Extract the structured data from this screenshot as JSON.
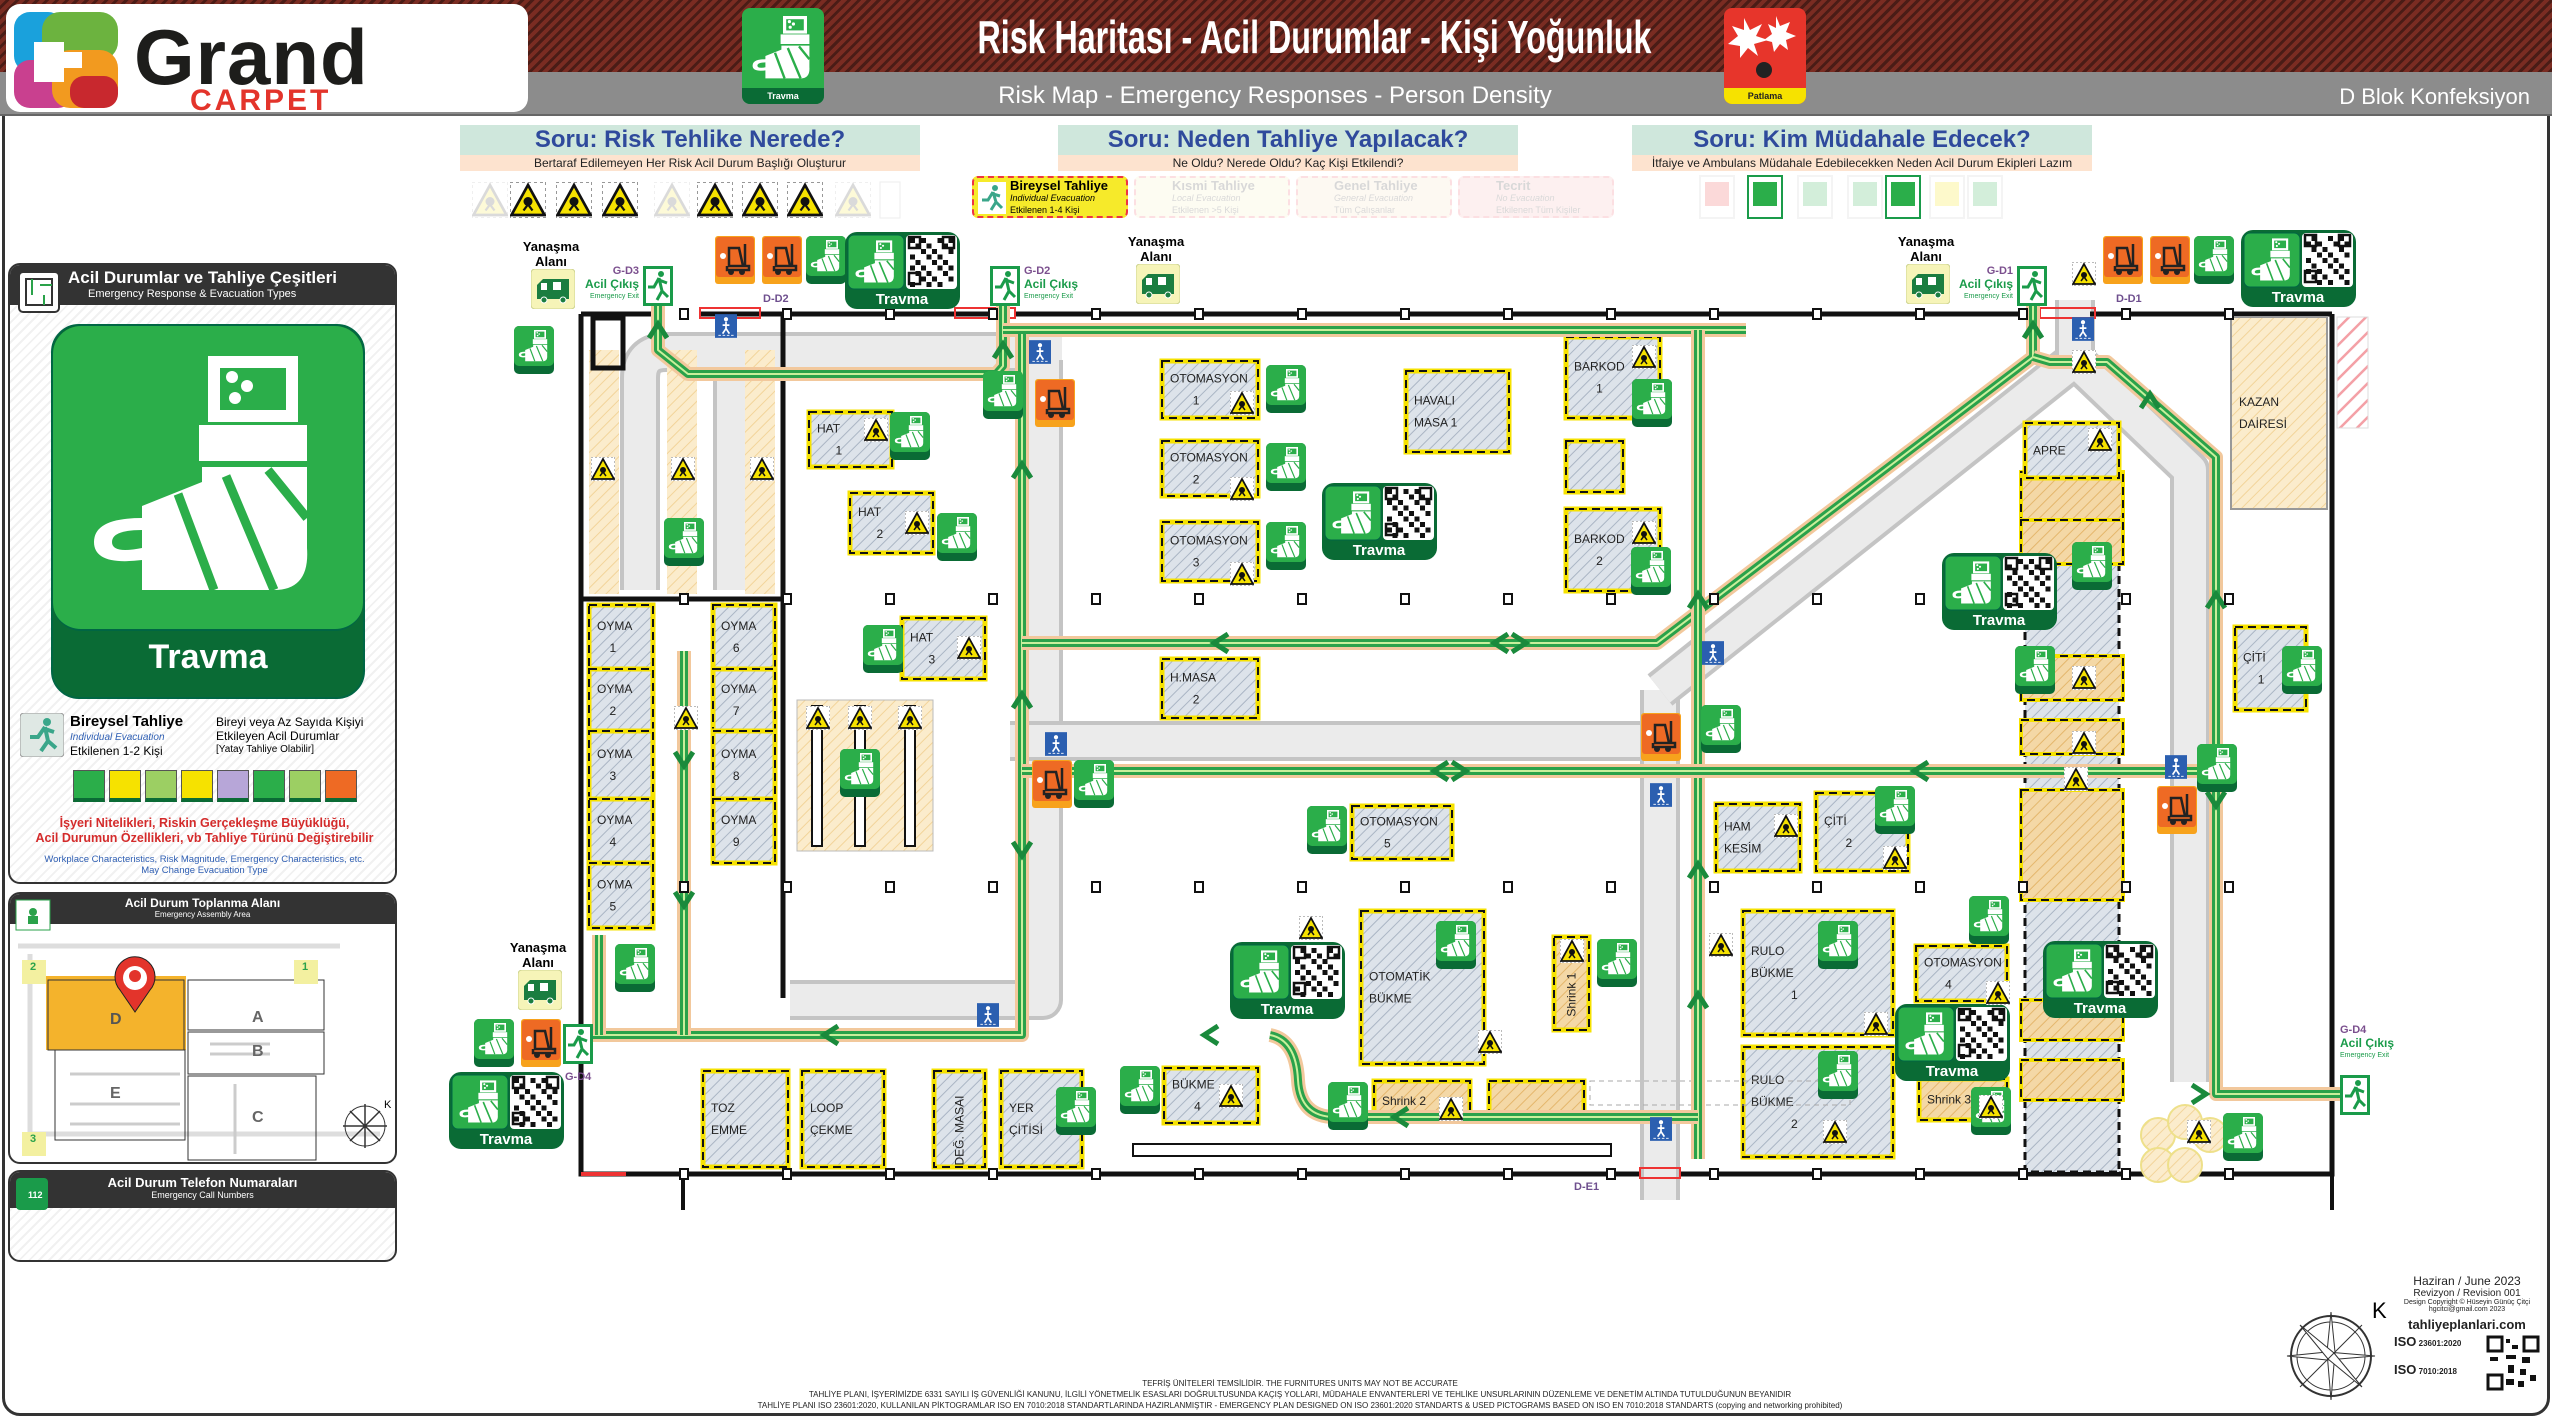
{
  "header": {
    "logo_top": "Grand",
    "logo_bottom": "CARPET",
    "title": "Risk Haritası - Acil Durumlar - Kişi Yoğunluk",
    "subtitle": "Risk Map - Emergency Responses - Person Density",
    "location": "D Blok Konfeksiyon",
    "left_sign_label": "Travma",
    "right_sign_label": "Patlama"
  },
  "questions": [
    {
      "title": "Soru: Risk Tehlike Nerede?",
      "subtitle": "Bertaraf Edilemeyen Her Risk Acil Durum Başlığı Oluşturur"
    },
    {
      "title": "Soru: Neden Tahliye Yapılacak?",
      "subtitle": "Ne Oldu? Nerede Oldu? Kaç Kişi Etkilendi?"
    },
    {
      "title": "Soru: Kim Müdahale Edecek?",
      "subtitle": "İtfaiye ve Ambulans Müdahale Edebilecekken Neden Acil Durum Ekipleri Lazım"
    }
  ],
  "evacuation_types": [
    {
      "title": "Bireysel Tahliye",
      "en": "Individual Evacuation",
      "affected": "Etkilenen 1-4 Kişi",
      "active": true
    },
    {
      "title": "Kısmi Tahliye",
      "en": "Local Evacuation",
      "affected": "Etkilenen >5 Kişi",
      "active": false
    },
    {
      "title": "Genel Tahliye",
      "en": "General Evacuation",
      "affected": "Tüm Çalışanlar",
      "active": false
    },
    {
      "title": "Tecrit",
      "en": "No Evacuation",
      "affected": "Etkilenen Tüm Kişiler",
      "active": false
    }
  ],
  "left_panel": {
    "title": "Acil Durumlar ve Tahliye Çeşitleri",
    "subtitle": "Emergency Response & Evacuation Types",
    "emergency_label": "Travma",
    "evac_title": "Bireysel Tahliye",
    "evac_en": "Individual Evacuation",
    "evac_affected": "Etkilenen 1-2 Kişi",
    "evac_desc1": "Bireyi veya Az Sayıda Kişiyi",
    "evac_desc2": "Etkileyen Acil Durumlar",
    "evac_desc3": "[Yatay Tahliye Olabilir]",
    "warning_tr1": "İşyeri Nitelikleri, Riskin Gerçekleşme Büyüklüğü,",
    "warning_tr2": "Acil Durumun Özellikleri, vb Tahliye Türünü Değiştirebilir",
    "warning_en1": "Workplace Characteristics, Risk Magnitude, Emergency Characteristics, etc.",
    "warning_en2": "May Change Evacuation Type"
  },
  "assembly": {
    "title": "Acil Durum Toplanma Alanı",
    "subtitle": "Emergency Assembly Area",
    "blocks": [
      "A",
      "B",
      "C",
      "D",
      "E"
    ],
    "points": [
      "1",
      "2",
      "3"
    ],
    "compass": "K"
  },
  "phone": {
    "title": "Acil Durum Telefon Numaraları",
    "subtitle": "Emergency Call Numbers",
    "icon_number": "112"
  },
  "map": {
    "big_sign_label": "Travma",
    "docking_label": [
      "Yanaşma",
      "Alanı"
    ],
    "exits": [
      {
        "code": "G-D3",
        "tr": "Acil Çıkış",
        "en": "Emergency Exit"
      },
      {
        "code": "G-D2",
        "tr": "Acil Çıkış",
        "en": "Emergency Exit"
      },
      {
        "code": "G-D1",
        "tr": "Acil Çıkış",
        "en": "Emergency Exit"
      },
      {
        "code": "G-D4",
        "tr": "Acil Çıkış",
        "en": "Emergency Exit"
      },
      {
        "code": "G-D4"
      }
    ],
    "doors": [
      "D-D2",
      "D-D1",
      "D-E1"
    ],
    "rooms": [
      {
        "lines": [
          "OYMA",
          "1"
        ]
      },
      {
        "lines": [
          "OYMA",
          "2"
        ]
      },
      {
        "lines": [
          "OYMA",
          "3"
        ]
      },
      {
        "lines": [
          "OYMA",
          "4"
        ]
      },
      {
        "lines": [
          "OYMA",
          "5"
        ]
      },
      {
        "lines": [
          "OYMA",
          "6"
        ]
      },
      {
        "lines": [
          "OYMA",
          "7"
        ]
      },
      {
        "lines": [
          "OYMA",
          "8"
        ]
      },
      {
        "lines": [
          "OYMA",
          "9"
        ]
      },
      {
        "lines": [
          "HAT",
          "1"
        ]
      },
      {
        "lines": [
          "HAT",
          "2"
        ]
      },
      {
        "lines": [
          "HAT",
          "3"
        ]
      },
      {
        "lines": [
          "OTOMASYON",
          "1"
        ]
      },
      {
        "lines": [
          "OTOMASYON",
          "2"
        ]
      },
      {
        "lines": [
          "OTOMASYON",
          "3"
        ]
      },
      {
        "lines": [
          "HAVALI",
          "MASA 1"
        ]
      },
      {
        "lines": [
          "BARKOD",
          "1"
        ]
      },
      {
        "lines": []
      },
      {
        "lines": [
          "BARKOD",
          "2"
        ]
      },
      {
        "lines": [
          "H.MASA",
          "2"
        ]
      },
      {
        "lines": [
          "OTOMASYON",
          "5"
        ]
      },
      {
        "lines": [
          "OTOMATİK",
          "BÜKME"
        ]
      },
      {
        "lines": [
          "Shrink 1"
        ]
      },
      {
        "lines": [
          "Shrink 2"
        ]
      },
      {
        "lines": []
      },
      {
        "lines": [
          "BÜKME",
          "4"
        ]
      },
      {
        "lines": [
          "TOZ",
          "EMME"
        ]
      },
      {
        "lines": [
          "LOOP",
          "ÇEKME"
        ]
      },
      {
        "lines": [
          "DEĞ. MASAI"
        ]
      },
      {
        "lines": [
          "YER",
          "ÇİTİSİ"
        ]
      },
      {
        "lines": [
          "HAM",
          "KESİM"
        ]
      },
      {
        "lines": [
          "ÇİTİ",
          "2"
        ]
      },
      {
        "lines": [
          "RULO",
          "BÜKME",
          "1"
        ]
      },
      {
        "lines": [
          "RULO",
          "BÜKME",
          "2"
        ]
      },
      {
        "lines": [
          "OTOMASYON",
          "4"
        ]
      },
      {
        "lines": [
          "Shrink 3"
        ]
      },
      {
        "lines": [
          "APRE"
        ]
      },
      {
        "lines": [
          "KAZAN",
          "DAİRESİ"
        ]
      },
      {
        "lines": [
          "ÇİTİ",
          "1"
        ]
      }
    ]
  },
  "footer": {
    "lines": [
      "TEFRİŞ ÜNİTELERİ TEMSİLİDİR. THE FURNITURES UNITS MAY NOT BE ACCURATE",
      "TAHLİYE PLANI, İŞYERİMİZDE 6331 SAYILI İŞ GÜVENLİĞİ KANUNU, İLGİLİ YÖNETMELİK ESASLARI DOĞRULTUSUNDA KAÇIŞ YOLLARI, MÜDAHALE ENVANTERLERİ VE TEHLİKE UNSURLARININ DÜZENLEME VE DENETİM ALTINDA TUTULDUĞUNUN BEYANIDIR",
      "TAHLİYE PLANI ISO 23601:2020, KULLANILAN PİKTOGRAMLAR ISO EN 7010:2018 STANDARTLARINDA HAZIRLANMIŞTIR - EMERGENCY PLAN DESIGNED ON ISO 23601:2020 STANDARTS & USED PICTOGRAMS BASED ON ISO EN 7010:2018 STANDARTS (copying and networking prohibited)"
    ]
  },
  "info": {
    "compass": "K",
    "date": "Haziran / June 2023",
    "revision": "Revizyon / Revision 001",
    "copyright": "Design Copyright © Hüseyin Günüç Çitçi",
    "email": "hgcitci@gmail.com 2023",
    "website": "tahliyeplanlari.com",
    "iso1": "23601:2020",
    "iso2": "7010:2018",
    "iso_label": "ISO"
  },
  "colors": {
    "route": "#2aa24a",
    "route_outline": "#f2c89c",
    "sign_green": "#2bae4a",
    "sign_dark": "#0a6b35",
    "warning": "#f6e200",
    "forklift": "#ee6a24",
    "header": "#6e271f"
  }
}
